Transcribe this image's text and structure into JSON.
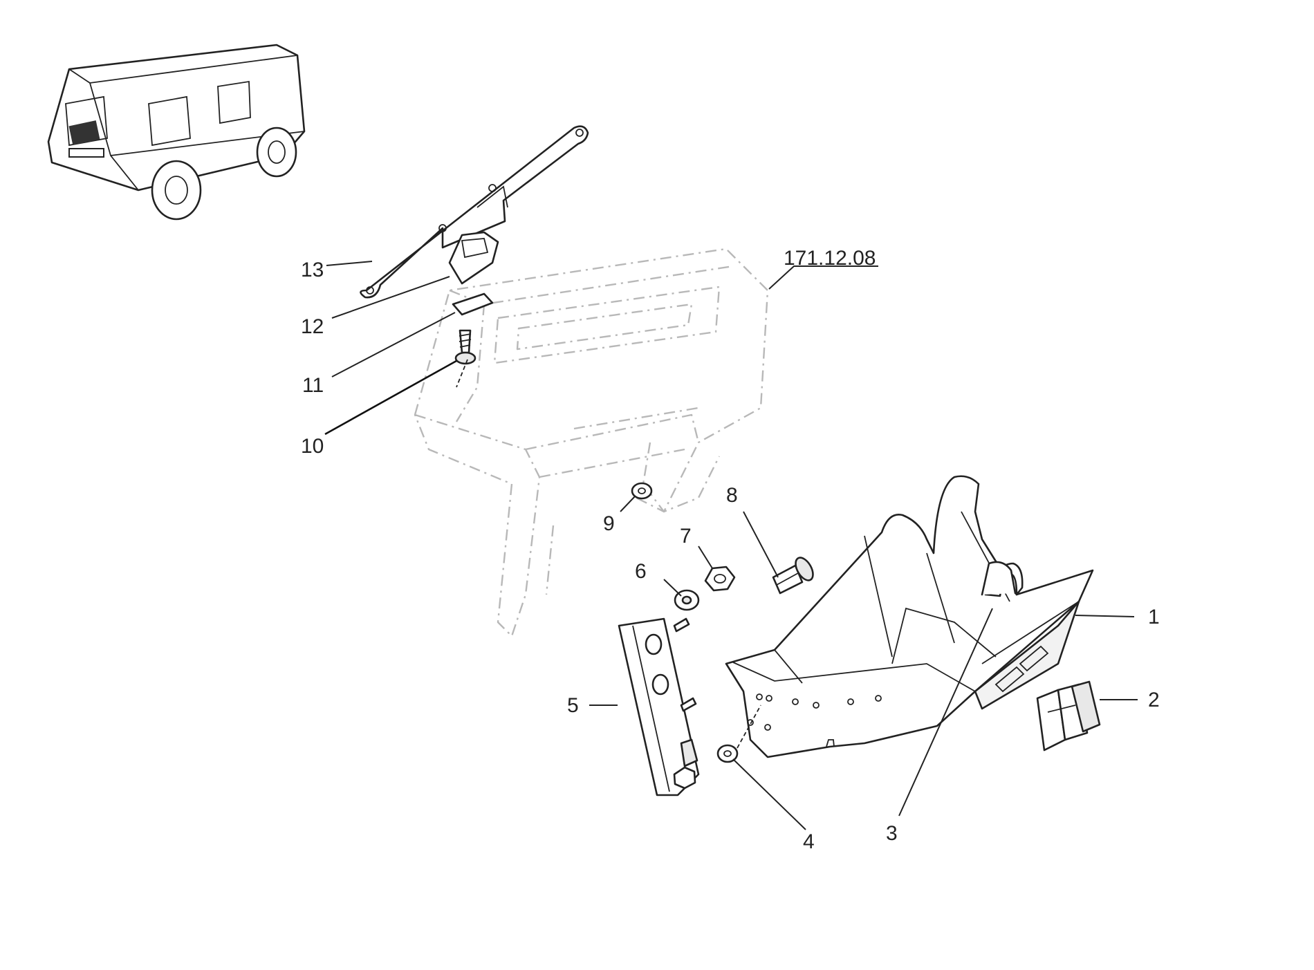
{
  "diagram": {
    "reference_label": "171.12.08",
    "callouts": [
      {
        "id": "1",
        "text": "1"
      },
      {
        "id": "2",
        "text": "2"
      },
      {
        "id": "3",
        "text": "3"
      },
      {
        "id": "4",
        "text": "4"
      },
      {
        "id": "5",
        "text": "5"
      },
      {
        "id": "6",
        "text": "6"
      },
      {
        "id": "7",
        "text": "7"
      },
      {
        "id": "8",
        "text": "8"
      },
      {
        "id": "9",
        "text": "9"
      },
      {
        "id": "10",
        "text": "10"
      },
      {
        "id": "11",
        "text": "11"
      },
      {
        "id": "12",
        "text": "12"
      },
      {
        "id": "13",
        "text": "13"
      }
    ]
  }
}
